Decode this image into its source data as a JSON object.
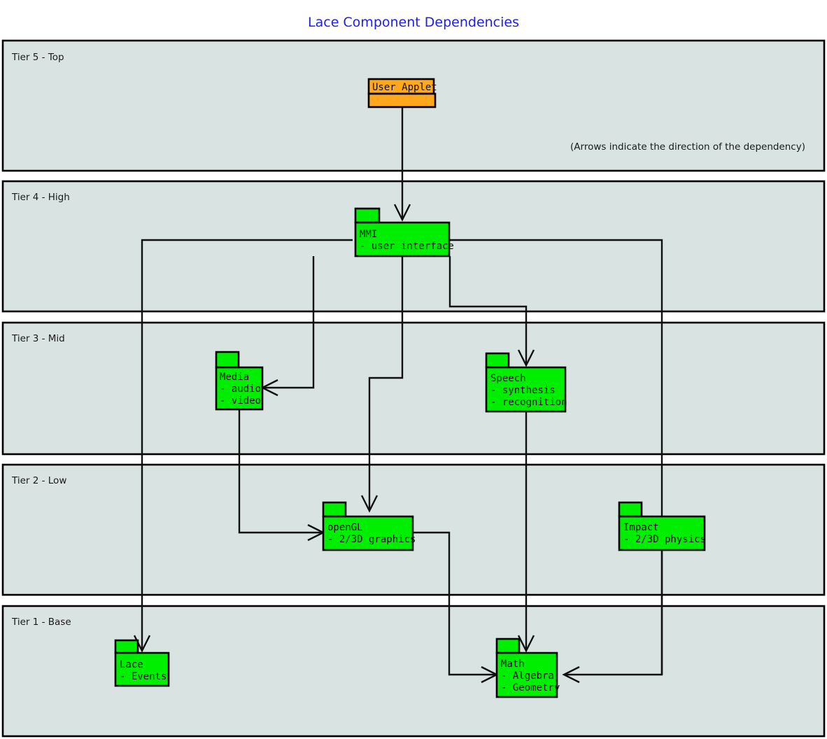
{
  "diagram": {
    "title": "Lace Component Dependencies",
    "title_color": "#2020ee",
    "note": "(Arrows indicate the direction of the dependency)",
    "band_fill": "#d9e3e1",
    "package_fill_default": "#00ee00",
    "package_fill_applet": "#ffa81e",
    "stroke_color": "#000000",
    "tiers": [
      {
        "id": "tier5",
        "label": "Tier 5 - Top"
      },
      {
        "id": "tier4",
        "label": "Tier 4 - High"
      },
      {
        "id": "tier3",
        "label": "Tier 3 - Mid"
      },
      {
        "id": "tier2",
        "label": "Tier 2 - Low"
      },
      {
        "id": "tier1",
        "label": "Tier 1 - Base"
      }
    ],
    "packages": [
      {
        "id": "user-applet",
        "name": "User Applet",
        "lines": [],
        "tier": "tier5",
        "fill": "#ffa81e"
      },
      {
        "id": "mmi",
        "name": "MMI",
        "lines": [
          "- user interface"
        ],
        "tier": "tier4",
        "fill": "#00ee00"
      },
      {
        "id": "media",
        "name": "Media",
        "lines": [
          "- audio",
          "- video"
        ],
        "tier": "tier3",
        "fill": "#00ee00"
      },
      {
        "id": "speech",
        "name": "Speech",
        "lines": [
          "- synthesis",
          "- recognition"
        ],
        "tier": "tier3",
        "fill": "#00ee00"
      },
      {
        "id": "opengl",
        "name": "openGL",
        "lines": [
          "- 2/3D graphics"
        ],
        "tier": "tier2",
        "fill": "#00ee00"
      },
      {
        "id": "impact",
        "name": "Impact",
        "lines": [
          "- 2/3D physics"
        ],
        "tier": "tier2",
        "fill": "#00ee00"
      },
      {
        "id": "lace",
        "name": "Lace",
        "lines": [
          "- Events"
        ],
        "tier": "tier1",
        "fill": "#00ee00"
      },
      {
        "id": "math",
        "name": "Math",
        "lines": [
          "- Algebra",
          "- Geometry"
        ],
        "tier": "tier1",
        "fill": "#00ee00"
      }
    ],
    "dependencies": [
      {
        "from": "user-applet",
        "to": "mmi"
      },
      {
        "from": "mmi",
        "to": "lace"
      },
      {
        "from": "mmi",
        "to": "media"
      },
      {
        "from": "mmi",
        "to": "opengl"
      },
      {
        "from": "mmi",
        "to": "speech"
      },
      {
        "from": "mmi",
        "to": "math"
      },
      {
        "from": "media",
        "to": "opengl"
      },
      {
        "from": "speech",
        "to": "math"
      },
      {
        "from": "opengl",
        "to": "math"
      },
      {
        "from": "impact",
        "to": "math"
      }
    ]
  }
}
